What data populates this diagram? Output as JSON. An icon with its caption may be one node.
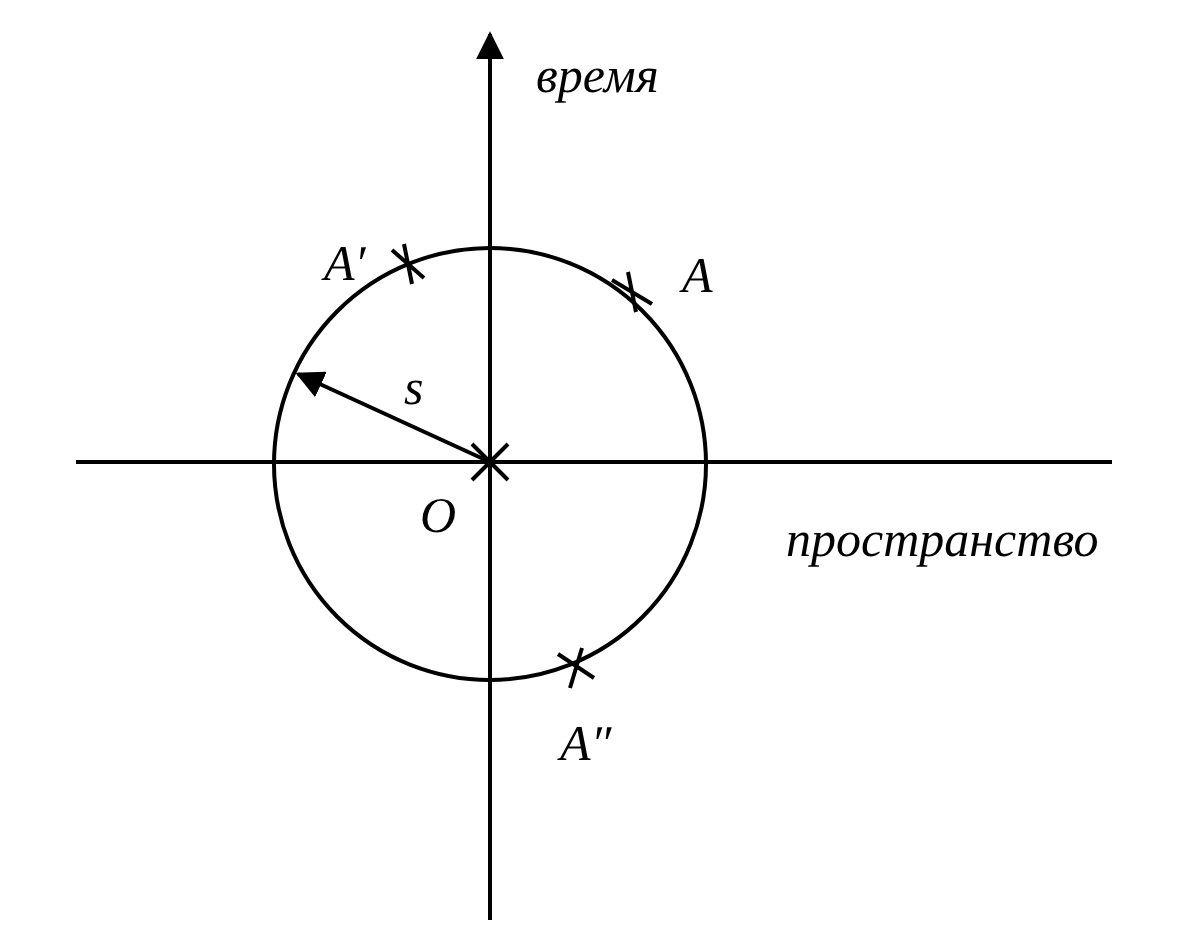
{
  "diagram": {
    "labels": [
      "время",
      "A′",
      "A",
      "s",
      "O",
      "пространство",
      "A″"
    ]
  }
}
